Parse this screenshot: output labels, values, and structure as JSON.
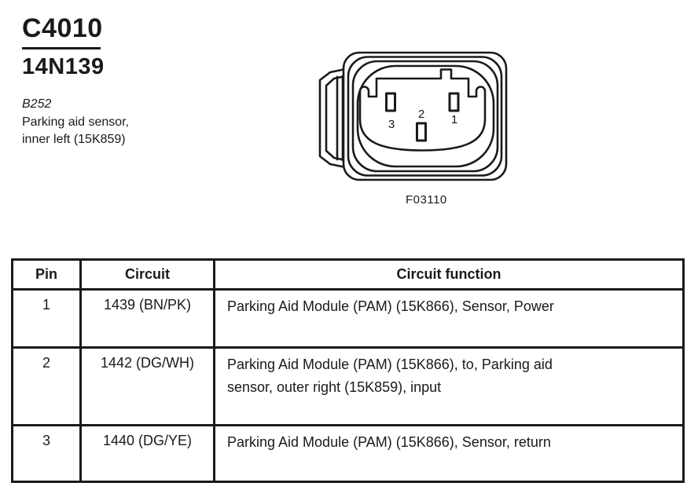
{
  "header": {
    "connector_id": "C4010",
    "part_number": "14N139",
    "location_code": "B252",
    "description_line1": "Parking aid sensor,",
    "description_line2": "inner left (15K859)"
  },
  "diagram": {
    "figure_label": "F03110",
    "pin_numbers": [
      "3",
      "2",
      "1"
    ]
  },
  "table": {
    "headers": [
      "Pin",
      "Circuit",
      "Circuit function"
    ],
    "rows": [
      {
        "pin": "1",
        "circuit": "1439 (BN/PK)",
        "function_lines": [
          "Parking Aid Module (PAM) (15K866), Sensor, Power",
          ""
        ]
      },
      {
        "pin": "2",
        "circuit": "1442 (DG/WH)",
        "function_lines": [
          "Parking Aid Module (PAM) (15K866), to, Parking aid",
          "sensor, outer right (15K859), input"
        ]
      },
      {
        "pin": "3",
        "circuit": "1440 (DG/YE)",
        "function_lines": [
          "Parking Aid Module (PAM) (15K866), Sensor, return",
          ""
        ]
      }
    ]
  },
  "colors": {
    "ink": "#1a1a1a",
    "paper": "#ffffff"
  }
}
